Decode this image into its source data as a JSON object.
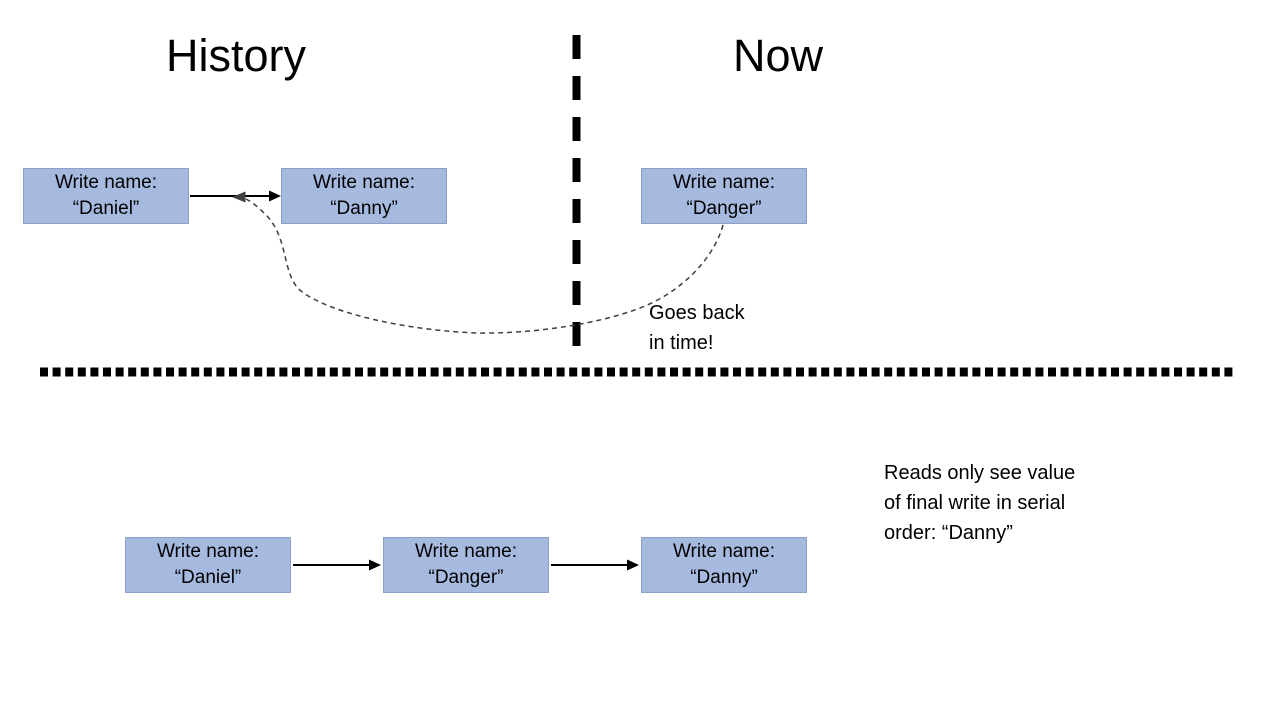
{
  "titles": {
    "history": "History",
    "now": "Now"
  },
  "boxes": {
    "top_daniel": {
      "line1": "Write name:",
      "line2": "“Daniel”"
    },
    "top_danny": {
      "line1": "Write name:",
      "line2": "“Danny”"
    },
    "top_danger": {
      "line1": "Write name:",
      "line2": "“Danger”"
    },
    "bottom_daniel": {
      "line1": "Write name:",
      "line2": "“Daniel”"
    },
    "bottom_danger": {
      "line1": "Write name:",
      "line2": "“Danger”"
    },
    "bottom_danny": {
      "line1": "Write name:",
      "line2": "“Danny”"
    }
  },
  "annotations": {
    "goes_back": {
      "line1": "Goes back",
      "line2": "in time!"
    },
    "reads_note": {
      "line1": "Reads only see value",
      "line2": "of final write in serial",
      "line3": "order: “Danny”"
    }
  },
  "colors": {
    "box_fill": "#A6BAE0",
    "box_border": "#8CA0C9",
    "line": "#000000",
    "dashed_curve": "#3F3F3F"
  }
}
